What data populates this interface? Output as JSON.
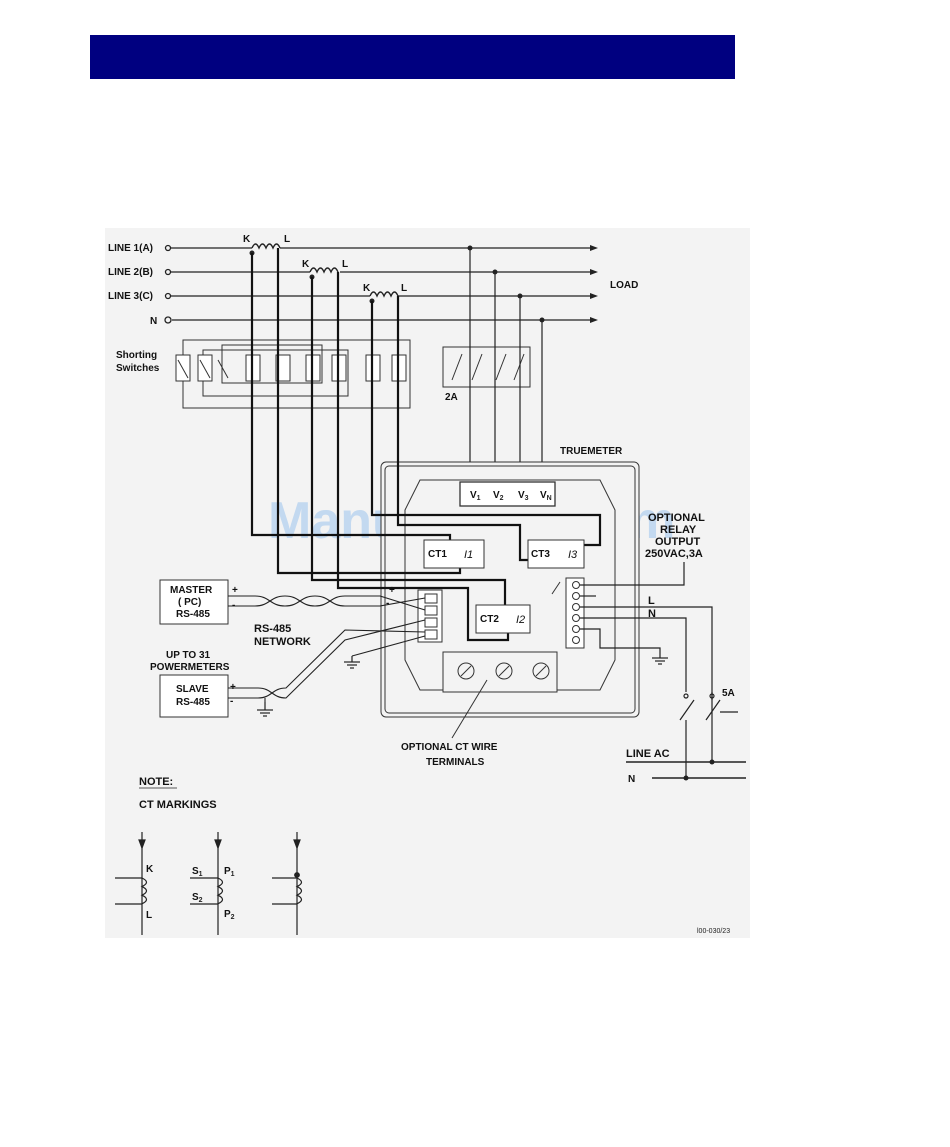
{
  "header": {
    "color": "#000080"
  },
  "watermark": "ManualsLib.com",
  "lines": {
    "line1": "LINE  1(A)",
    "line2": "LINE  2(B)",
    "line3": "LINE  3(C)",
    "neutral": "N",
    "load": "LOAD"
  },
  "ct_terminals": {
    "k": "K",
    "l": "L"
  },
  "shorting_switches": [
    "Shorting",
    "Switches"
  ],
  "fuse_2a": "2A",
  "device_title": "TRUEMETER",
  "voltage_inputs": {
    "v1": {
      "main": "V",
      "sub": "1"
    },
    "v2": {
      "main": "V",
      "sub": "2"
    },
    "v3": {
      "main": "V",
      "sub": "3"
    },
    "vn": {
      "main": "V",
      "sub": "N"
    }
  },
  "cts": {
    "ct1": {
      "name": "CT1",
      "current": "I1"
    },
    "ct2": {
      "name": "CT2",
      "current": "I2"
    },
    "ct3": {
      "name": "CT3",
      "current": "I3"
    }
  },
  "relay": [
    "OPTIONAL",
    "RELAY",
    "OUTPUT",
    "250VAC,3A"
  ],
  "master": [
    "MASTER",
    "( PC)",
    "RS-485"
  ],
  "rs485_network": [
    "RS-485",
    "NETWORK"
  ],
  "up_to": [
    "UP TO 31",
    "POWERMETERS"
  ],
  "slave": [
    "SLAVE",
    "RS-485"
  ],
  "plus": "+",
  "minus": "-",
  "optional_ct_terminals": [
    "OPTIONAL CT WIRE",
    "TERMINALS"
  ],
  "power_labels": {
    "l": "L",
    "n": "N",
    "fuse_5a": "5A",
    "line_ac": "LINE AC",
    "n_ac": "N"
  },
  "note": {
    "title": "NOTE:",
    "ct_markings": "CT MARKINGS",
    "k": "K",
    "l": "L",
    "s1": {
      "main": "S",
      "sub": "1"
    },
    "s2": {
      "main": "S",
      "sub": "2"
    },
    "p1": {
      "main": "P",
      "sub": "1"
    },
    "p2": {
      "main": "P",
      "sub": "2"
    }
  },
  "drawing_code": "l00-030/23"
}
